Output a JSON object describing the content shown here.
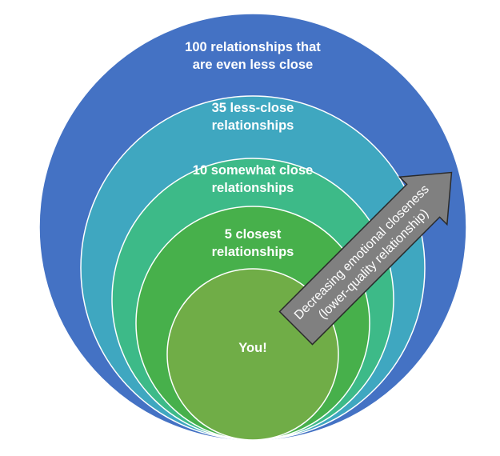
{
  "diagram": {
    "rings": [
      {
        "id": "ring-100",
        "color": "#4472C4",
        "lines": [
          "100 relationships that",
          "are even less close"
        ]
      },
      {
        "id": "ring-35",
        "color": "#3FA7C0",
        "lines": [
          "35 less-close",
          "relationships"
        ]
      },
      {
        "id": "ring-10",
        "color": "#3DBA88",
        "lines": [
          "10 somewhat close",
          "relationships"
        ]
      },
      {
        "id": "ring-5",
        "color": "#47B04B",
        "lines": [
          "5 closest",
          "relationships"
        ]
      },
      {
        "id": "you",
        "color": "#70AD47",
        "lines": [
          "You!"
        ]
      }
    ],
    "arrow": {
      "color": "#808080",
      "lines": [
        "Decreasing emotional closeness",
        "(lower-quality relationship)"
      ]
    }
  }
}
